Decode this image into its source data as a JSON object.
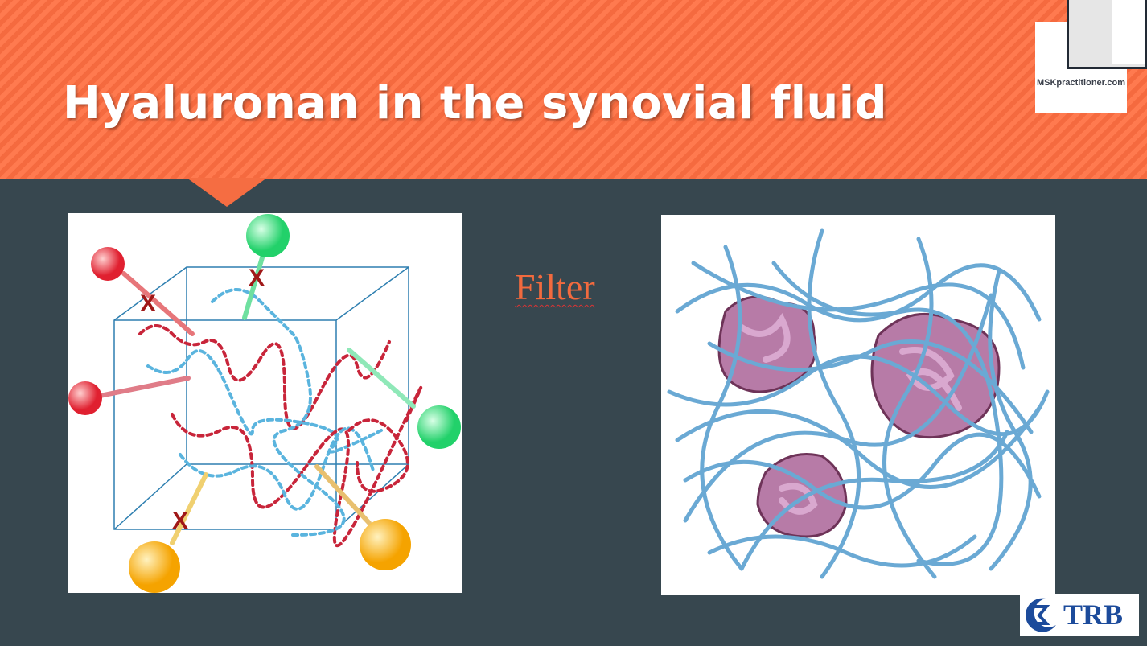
{
  "slide": {
    "title": "Hyaluronan in the synovial fluid",
    "center_label": "Filter",
    "colors": {
      "header": "#f56d42",
      "background": "#37474f",
      "accent_text": "#f26a3e"
    }
  },
  "logos": {
    "msk": {
      "text": "MSKpractitioner.com"
    },
    "trb": {
      "text": "TRB"
    }
  },
  "left_figure": {
    "blocked_marker": "X"
  }
}
